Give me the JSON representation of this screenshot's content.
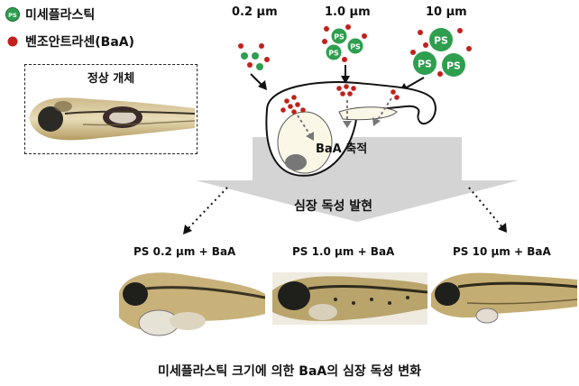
{
  "legend": {
    "ps_badge": "PS",
    "microplastic": "미세플라스틱",
    "bap": "벤조안트라센(BaA)",
    "ps_color": "#2e9e4f",
    "bap_color": "#c0211c"
  },
  "normal_box": {
    "label": "정상 개체"
  },
  "sizes": [
    "0.2 μm",
    "1.0 μm",
    "10 μm"
  ],
  "ps_bubble": "PS",
  "accumulation_label": "BaA 축적",
  "toxicity_label": "심장 독성 발현",
  "results": [
    "PS 0.2 μm + BaA",
    "PS 1.0 μm + BaA",
    "PS 10 μm + BaA"
  ],
  "caption": "미세플라스틱 크기에 의한 BaA의 심장 독성 변화"
}
